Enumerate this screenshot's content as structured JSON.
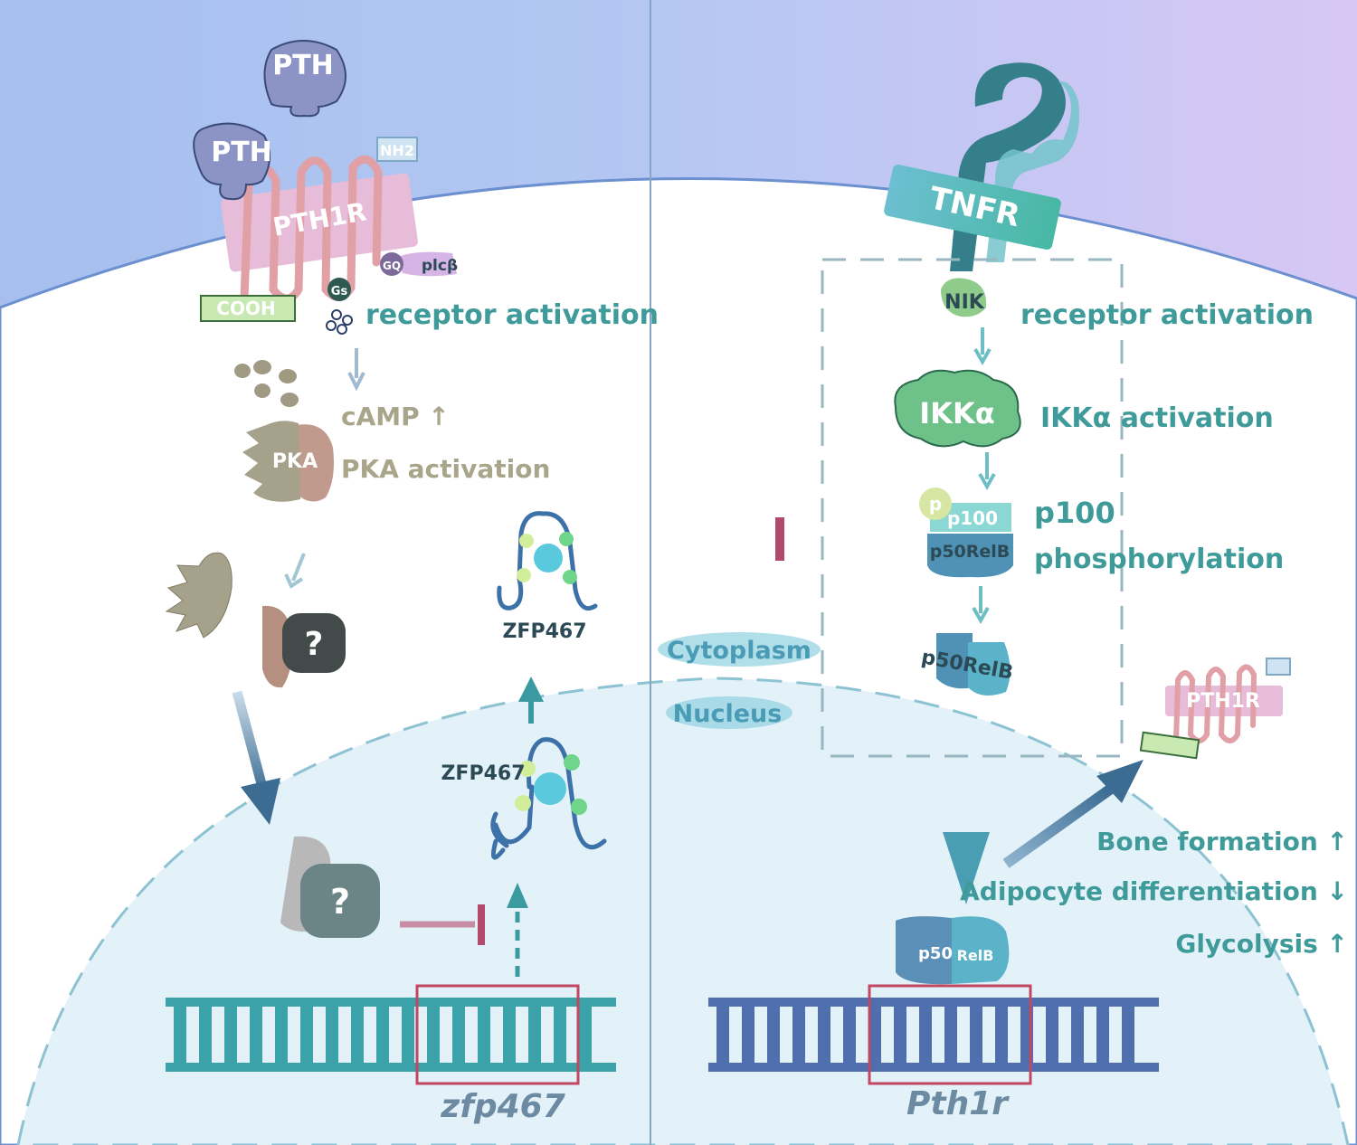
{
  "left_panel": {
    "ligand_top": "PTH",
    "ligand_bound": "PTH",
    "receptor": "PTH1R",
    "nh2_tag": "NH2",
    "cooh_tag": "COOH",
    "gq_label": "GQ",
    "gs_label": "Gs",
    "plcb_label": "plcβ",
    "step_receptor": "receptor activation",
    "step_camp": "cAMP ↑",
    "pka_label": "PKA",
    "step_pka": "PKA activation",
    "unknown_cyto": "?",
    "unknown_nuc": "?",
    "zfp_protein_cyto": "ZFP467",
    "zfp_protein_nuc": "ZFP467",
    "gene": "zfp467"
  },
  "compartments": {
    "cytoplasm": "Cytoplasm",
    "nucleus": "Nucleus"
  },
  "right_panel": {
    "receptor": "TNFR",
    "nik_label": "NIK",
    "step_receptor": "receptor activation",
    "ikk_label": "IKKα",
    "step_ikk": "IKKα activation",
    "phospho_tag": "p",
    "p100_label": "p100",
    "p50relb_label": "p50RelB",
    "step_p100_line1": "p100",
    "step_p100_line2": "phosphorylation",
    "p50relb_dimer": "p50RelB",
    "p50_label": "p50",
    "relb_label": "RelB",
    "receptor_new": "PTH1R",
    "outcomes": [
      "Bone formation ↑",
      "Adipocyte differentiation ↓",
      "Glycolysis ↑"
    ],
    "gene": "Pth1r"
  },
  "colors": {
    "left_bg": "#a9c1ef",
    "right_bg": "#d4c8f2",
    "teal_text": "#3f9a9a",
    "olive_text": "#a9a58a",
    "inhibit": "#b24a6e",
    "dna_teal": "#3aa2a8",
    "dna_blue": "#4f6eae",
    "highlight_box": "#c24862"
  }
}
